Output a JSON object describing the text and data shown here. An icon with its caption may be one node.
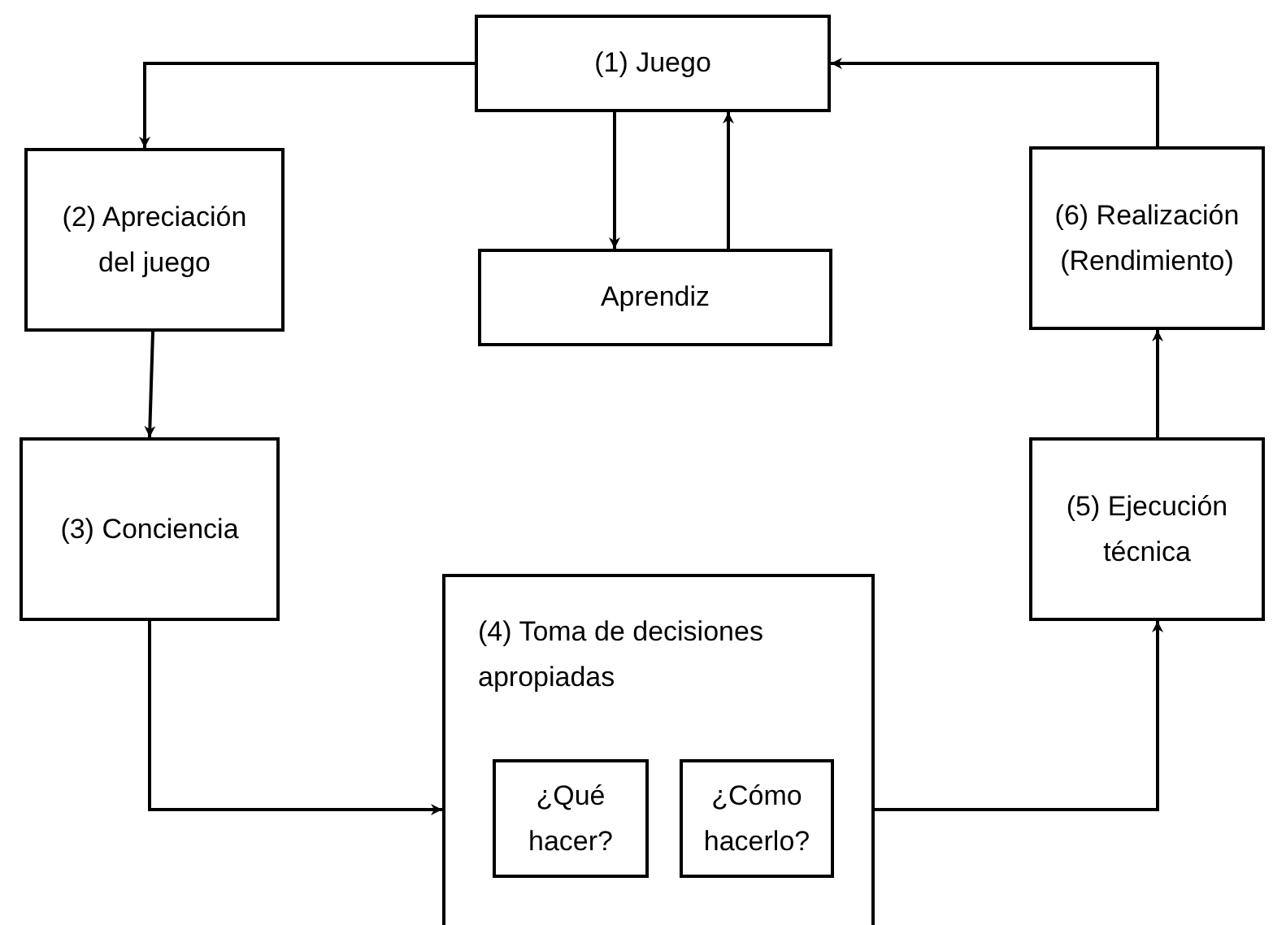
{
  "diagram": {
    "nodes": [
      {
        "text": [
          "(1) Juego"
        ]
      },
      {
        "text": [
          "Aprendiz"
        ]
      },
      {
        "text": [
          "(2) Apreciación del juego"
        ]
      },
      {
        "text": [
          "(3) Conciencia"
        ]
      },
      {
        "text": [
          "(4) Toma de decisiones apropiadas"
        ]
      },
      {
        "text": [
          "¿Qué hacer?"
        ],
        "in": 4
      },
      {
        "text": [
          "¿Cómo hacerlo?"
        ],
        "in": 4
      },
      {
        "text": [
          "(5) Ejecución técnica"
        ]
      },
      {
        "text": [
          "(6) Realización (Rendimiento)"
        ]
      }
    ],
    "edges": [
      {
        "from": 0,
        "to": 2,
        "arrow": "to"
      },
      {
        "from": 0,
        "to": 1,
        "arrow": "to"
      },
      {
        "from": 1,
        "to": 0,
        "arrow": "to"
      },
      {
        "from": 2,
        "to": 3,
        "arrow": "to"
      },
      {
        "from": 3,
        "to": 4,
        "arrow": "to"
      },
      {
        "from": 4,
        "to": 7,
        "arrow": "to"
      },
      {
        "from": 7,
        "to": 8,
        "arrow": "to"
      },
      {
        "from": 8,
        "to": 0,
        "arrow": "to"
      }
    ]
  }
}
